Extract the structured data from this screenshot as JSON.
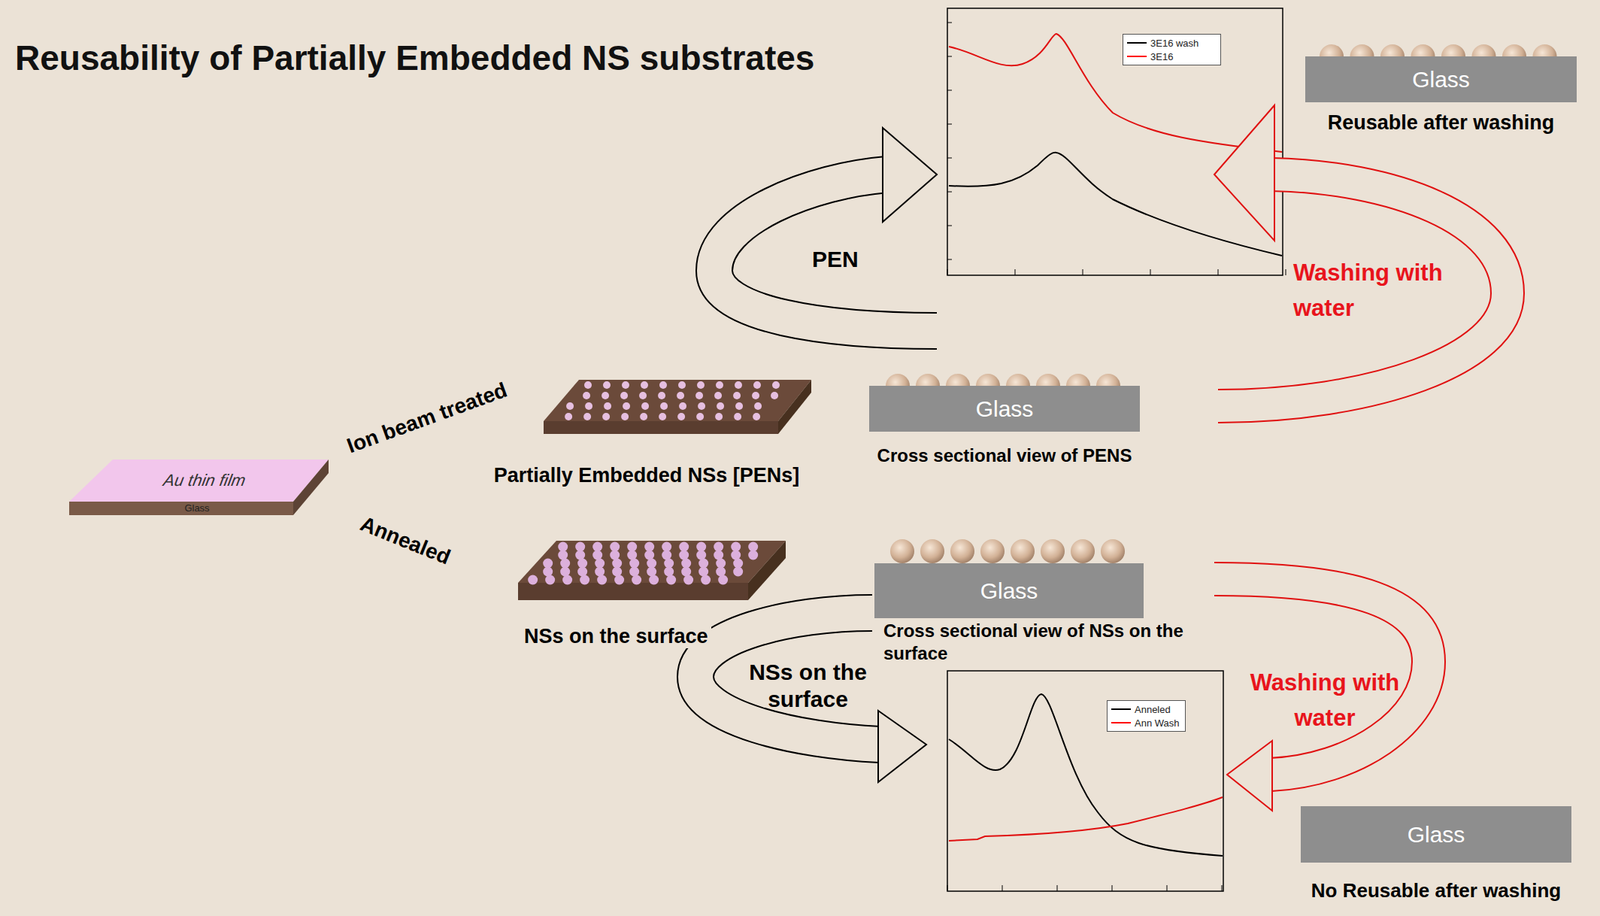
{
  "diagram": {
    "title": "Reusability of Partially Embedded NS substrates",
    "nodes": [
      {
        "text": [
          "Au thin film",
          "Glass"
        ]
      },
      {
        "text": [
          "Partially Embedded NSs [PENs]"
        ]
      },
      {
        "text": [
          "Glass",
          "Cross sectional view of PENS"
        ]
      },
      {
        "text": [
          "Glass",
          "Reusable after washing"
        ]
      },
      {
        "text": [
          "NSs on the surface"
        ]
      },
      {
        "text": [
          "Glass",
          "Cross sectional view of NSs on the surface"
        ]
      },
      {
        "text": [
          "Glass",
          "No Reusable after washing"
        ]
      }
    ],
    "labels": [
      "Ion beam treated",
      "Annealed",
      "PEN",
      "NSs on the surface",
      "Washing with water",
      "Washing with water"
    ],
    "legend": [
      {
        "text": "3E16 wash",
        "color": "#000000"
      },
      {
        "text": "3E16",
        "color": "#ff0000"
      },
      {
        "text": "Anneled",
        "color": "#000000"
      },
      {
        "text": "Ann Wash",
        "color": "#ff0000"
      }
    ]
  }
}
